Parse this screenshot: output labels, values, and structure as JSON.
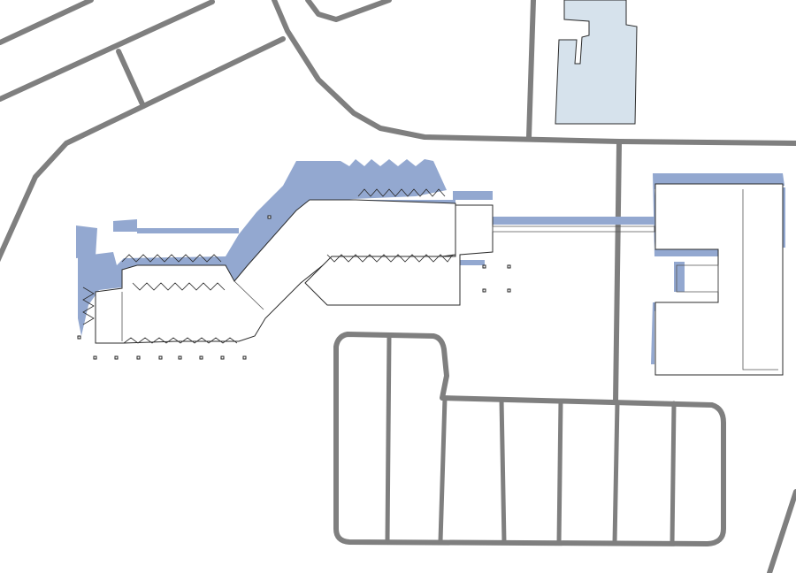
{
  "map": {
    "colors": {
      "background": "#ffffff",
      "road": "#7f7f7f",
      "shadow": "#93a8d0",
      "existing_building": "#d6e2ec",
      "outline": "#2b2b2b"
    },
    "layers": [
      "roads",
      "parking-lot",
      "existing-building",
      "building-shadows",
      "building-outlines",
      "markers"
    ],
    "labels": []
  }
}
